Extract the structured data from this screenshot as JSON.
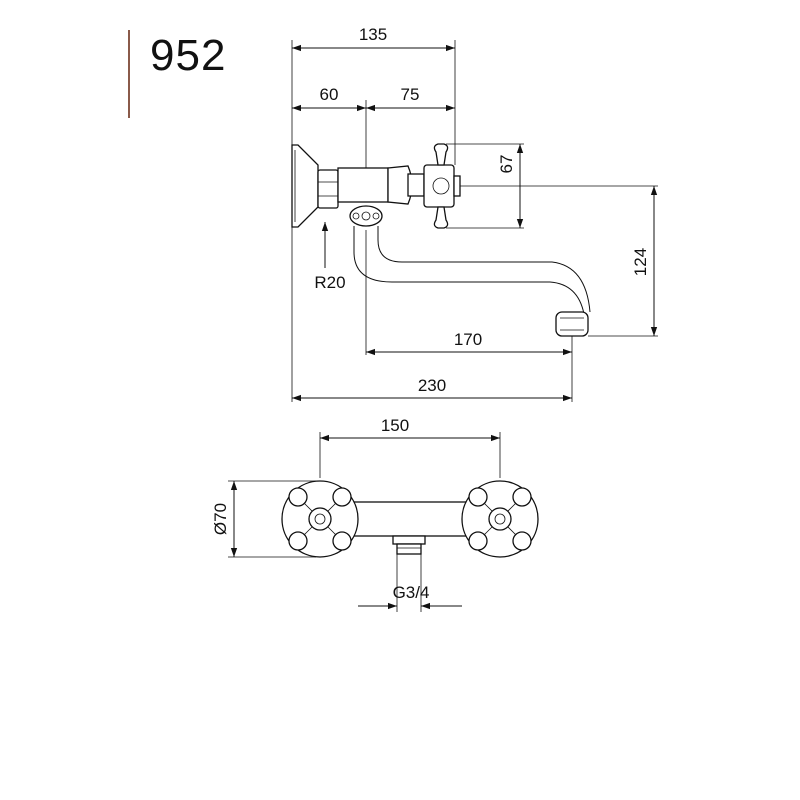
{
  "model_number": "952",
  "dimensions": {
    "overall_top": "135",
    "flange_to_axis": "60",
    "axis_to_handle": "75",
    "handle_height": "67",
    "spout_drop": "124",
    "spout_reach": "170",
    "overall_length": "230",
    "bend_radius": "R20",
    "center_distance": "150",
    "handle_diameter": "Ø70",
    "outlet_thread": "G3/4"
  },
  "colors": {
    "accent_bar": "#8a5a4a",
    "line": "#111111"
  }
}
